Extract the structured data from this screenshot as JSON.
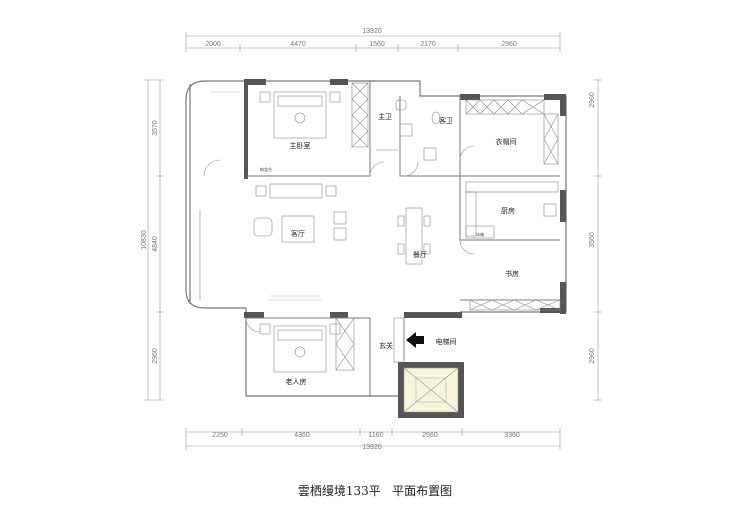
{
  "title": "雲栖缦境133平",
  "subtitle": "平面布置图",
  "dimensions": {
    "top_total": "13920",
    "top_segments": [
      "2000",
      "4470",
      "1560",
      "2170",
      "2960"
    ],
    "bottom_total": "13920",
    "bottom_segments": [
      "2250",
      "4360",
      "1160",
      "2660",
      "3360"
    ],
    "left_total": "10830",
    "left_segments": [
      "3570",
      "4840",
      "2960"
    ],
    "right_segments": [
      "2960",
      "3560",
      "2960"
    ]
  },
  "rooms": {
    "master_bedroom": "主卧室",
    "master_bath": "主卫",
    "guest_bath": "客卫",
    "cloakroom": "衣帽间",
    "living_room": "客厅",
    "dining_room": "餐厅",
    "kitchen": "厨房",
    "study": "书房",
    "elder_room": "老人房",
    "entrance": "玄关",
    "elevator": "电梯间"
  },
  "labels": {
    "dresser": "梳妆台",
    "fridge": "冰箱"
  },
  "colors": {
    "wall": "#555555",
    "line": "#888888",
    "elevator_fill": "#f7f4dc"
  }
}
